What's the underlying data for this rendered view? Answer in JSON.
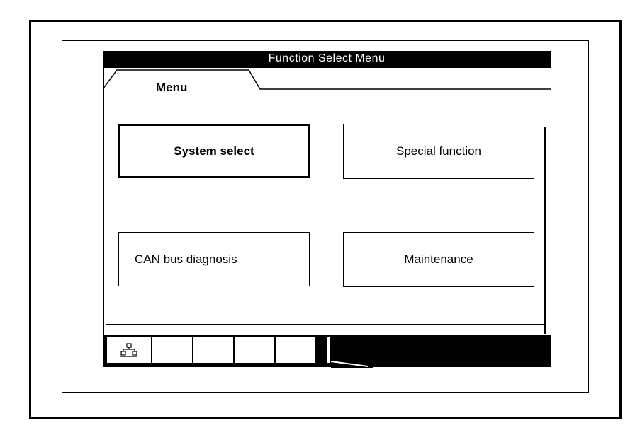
{
  "window": {
    "title": "Function Select Menu"
  },
  "tab": {
    "label": "Menu"
  },
  "menu": {
    "buttons": [
      {
        "label": "System select",
        "selected": true
      },
      {
        "label": "Special function",
        "selected": false
      },
      {
        "label": "CAN bus diagnosis",
        "selected": false
      },
      {
        "label": "Maintenance",
        "selected": false
      }
    ]
  },
  "toolbar": {
    "icons": [
      "network-tree-icon",
      "",
      "",
      "",
      "",
      ""
    ]
  },
  "colors": {
    "foreground": "#000000",
    "background": "#ffffff"
  }
}
